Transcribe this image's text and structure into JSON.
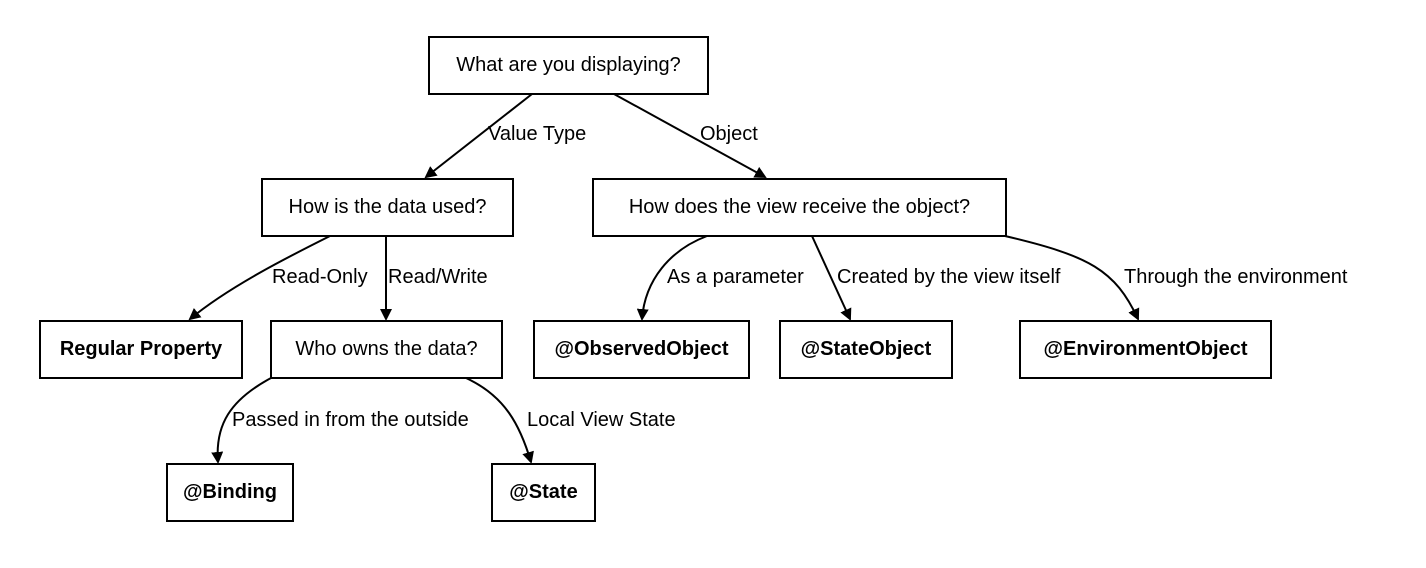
{
  "nodes": {
    "root": "What are you displaying?",
    "data_used": "How is the data used?",
    "view_receive": "How does the view receive the object?",
    "regular_property": "Regular Property",
    "who_owns": "Who owns the data?",
    "observed_object": "@ObservedObject",
    "state_object": "@StateObject",
    "environment_object": "@EnvironmentObject",
    "binding": "@Binding",
    "state": "@State"
  },
  "edges": {
    "value_type": "Value Type",
    "object": "Object",
    "read_only": "Read-Only",
    "read_write": "Read/Write",
    "as_parameter": "As a parameter",
    "created_by_view": "Created by the view itself",
    "through_environment": "Through the environment",
    "passed_in_outside": "Passed in from the outside",
    "local_view_state": "Local View State"
  }
}
